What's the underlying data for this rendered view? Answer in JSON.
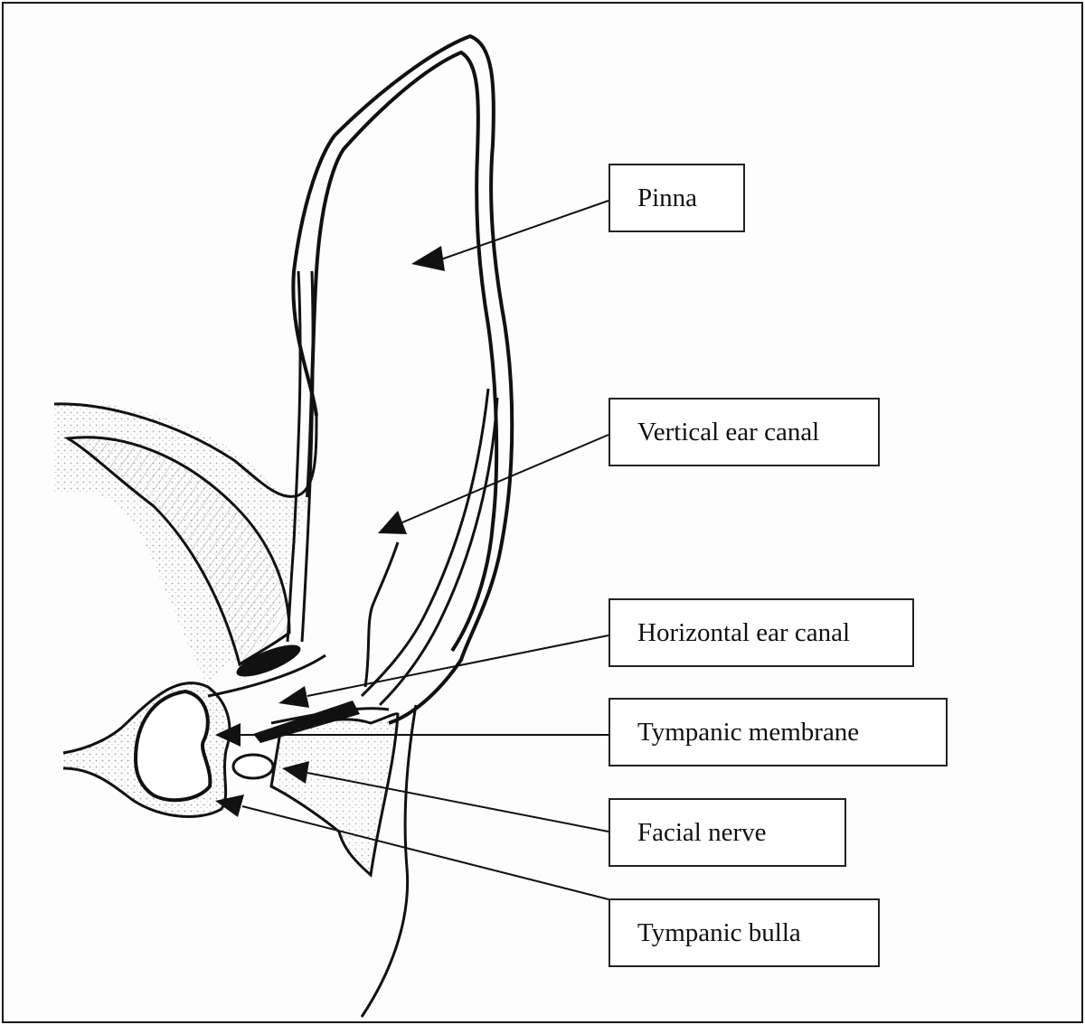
{
  "diagram": {
    "labels": {
      "pinna": "Pinna",
      "vertical_ear_canal": "Vertical ear canal",
      "horizontal_ear_canal": "Horizontal ear canal",
      "tympanic_membrane": "Tympanic membrane",
      "facial_nerve": "Facial nerve",
      "tympanic_bulla": "Tympanic bulla"
    },
    "colors": {
      "ink": "#111111",
      "stipple": "#555555",
      "background": "#fdfdfd"
    }
  }
}
